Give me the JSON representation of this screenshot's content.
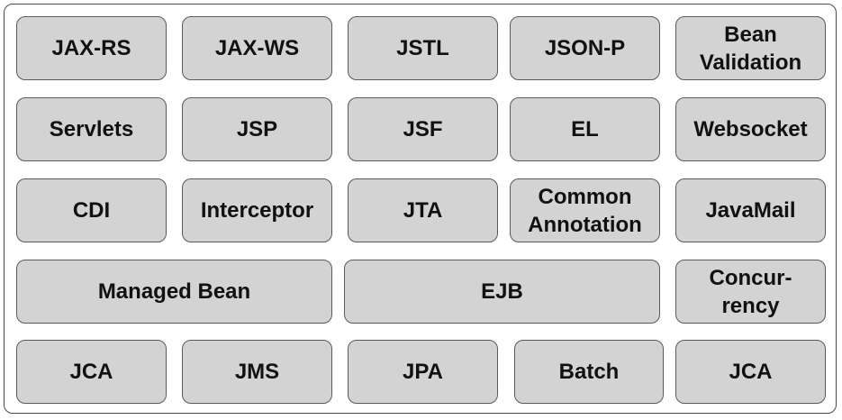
{
  "rows": [
    [
      "JAX-RS",
      "JAX-WS",
      "JSTL",
      "JSON-P",
      "Bean\nValidation"
    ],
    [
      "Servlets",
      "JSP",
      "JSF",
      "EL",
      "Websocket"
    ],
    [
      "CDI",
      "Interceptor",
      "JTA",
      "Common\nAnnotation",
      "JavaMail"
    ],
    [
      "Managed Bean",
      "EJB",
      "Concur-\nrency"
    ],
    [
      "JCA",
      "JMS",
      "JPA",
      "Batch",
      "JCA"
    ]
  ],
  "colors": {
    "box_fill": "#d3d3d3",
    "box_border": "#5a5a5a",
    "frame_border": "#4a4a4a",
    "text": "#111111"
  }
}
